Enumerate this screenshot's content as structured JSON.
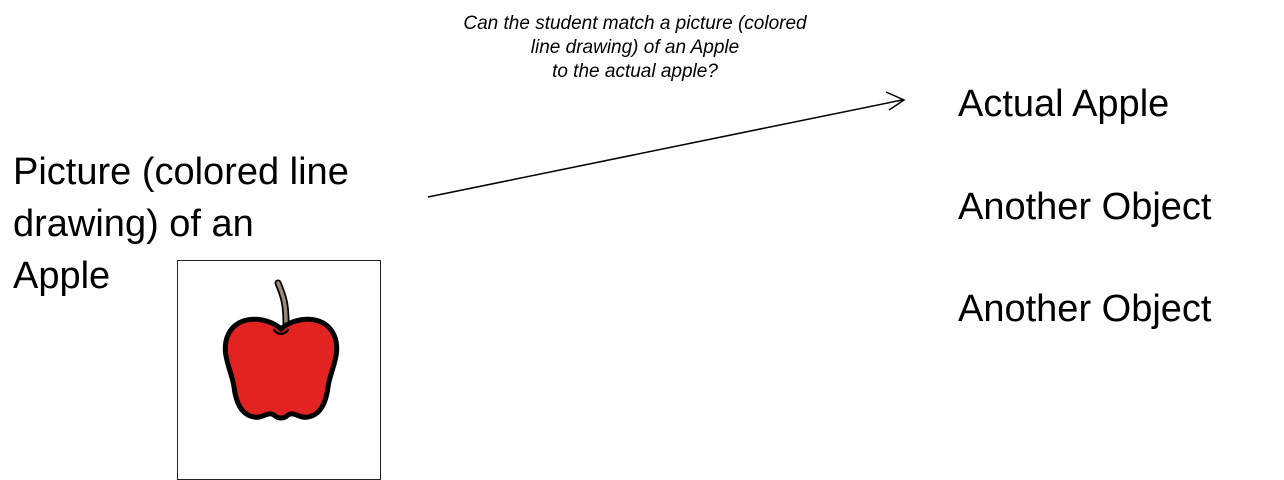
{
  "question": {
    "lines": [
      "Can the student match a picture (colored",
      "line drawing) of an Apple",
      "to the actual apple?"
    ]
  },
  "stimulus": {
    "label_lines": [
      "Picture (colored line",
      "drawing) of an",
      "Apple"
    ],
    "icon": "apple-icon",
    "colors": {
      "apple_fill": "#e32222",
      "outline": "#000000",
      "stem": "#9b8878"
    }
  },
  "choices": [
    "Actual Apple",
    "Another Object",
    "Another Object"
  ]
}
